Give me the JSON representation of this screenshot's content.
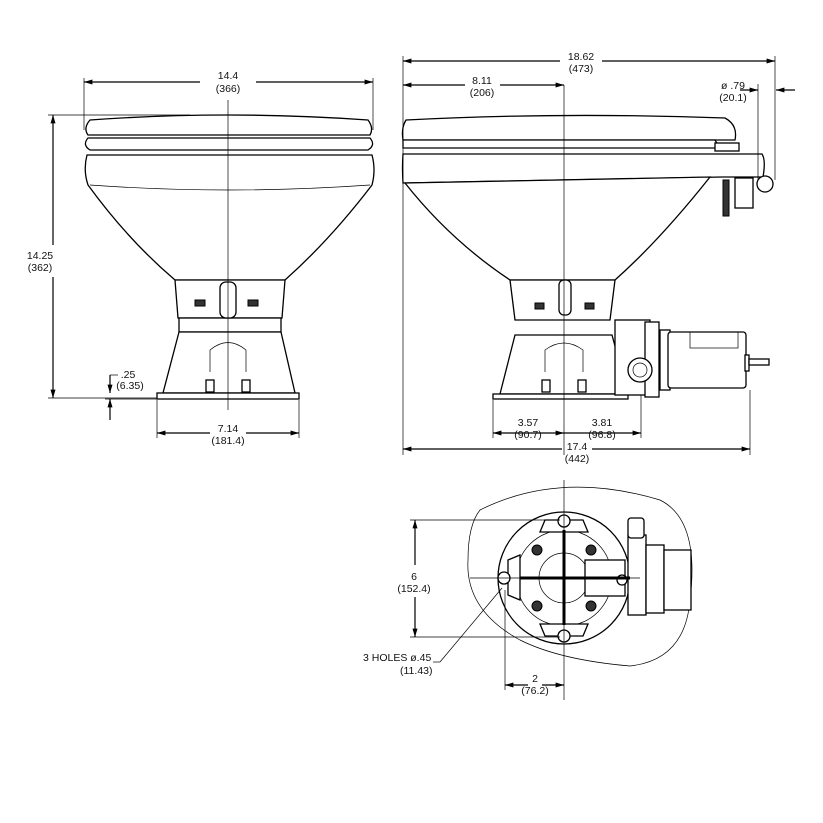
{
  "front_view": {
    "width_in": "14.4",
    "width_mm": "(366)",
    "height_in": "14.25",
    "height_mm": "(362)",
    "base_thickness_in": ".25",
    "base_thickness_mm": "(6.35)",
    "base_width_in": "7.14",
    "base_width_mm": "(181.4)"
  },
  "side_view": {
    "overall_length_in": "18.62",
    "overall_length_mm": "(473)",
    "rear_to_center_in": "8.11",
    "rear_to_center_mm": "(206)",
    "outlet_diameter_in": "ø .79",
    "outlet_diameter_mm": "(20.1)",
    "base_rear_in": "3.57",
    "base_rear_mm": "(90.7)",
    "base_front_in": "3.81",
    "base_front_mm": "(96.8)",
    "length_in": "17.4",
    "length_mm": "(442)"
  },
  "bottom_view": {
    "hole_spacing_in": "6",
    "hole_spacing_mm": "(152.4)",
    "holes_label": "3 HOLES ø.45",
    "holes_mm": "(11.43)",
    "offset_in": "2",
    "offset_mm": "(76.2)"
  }
}
